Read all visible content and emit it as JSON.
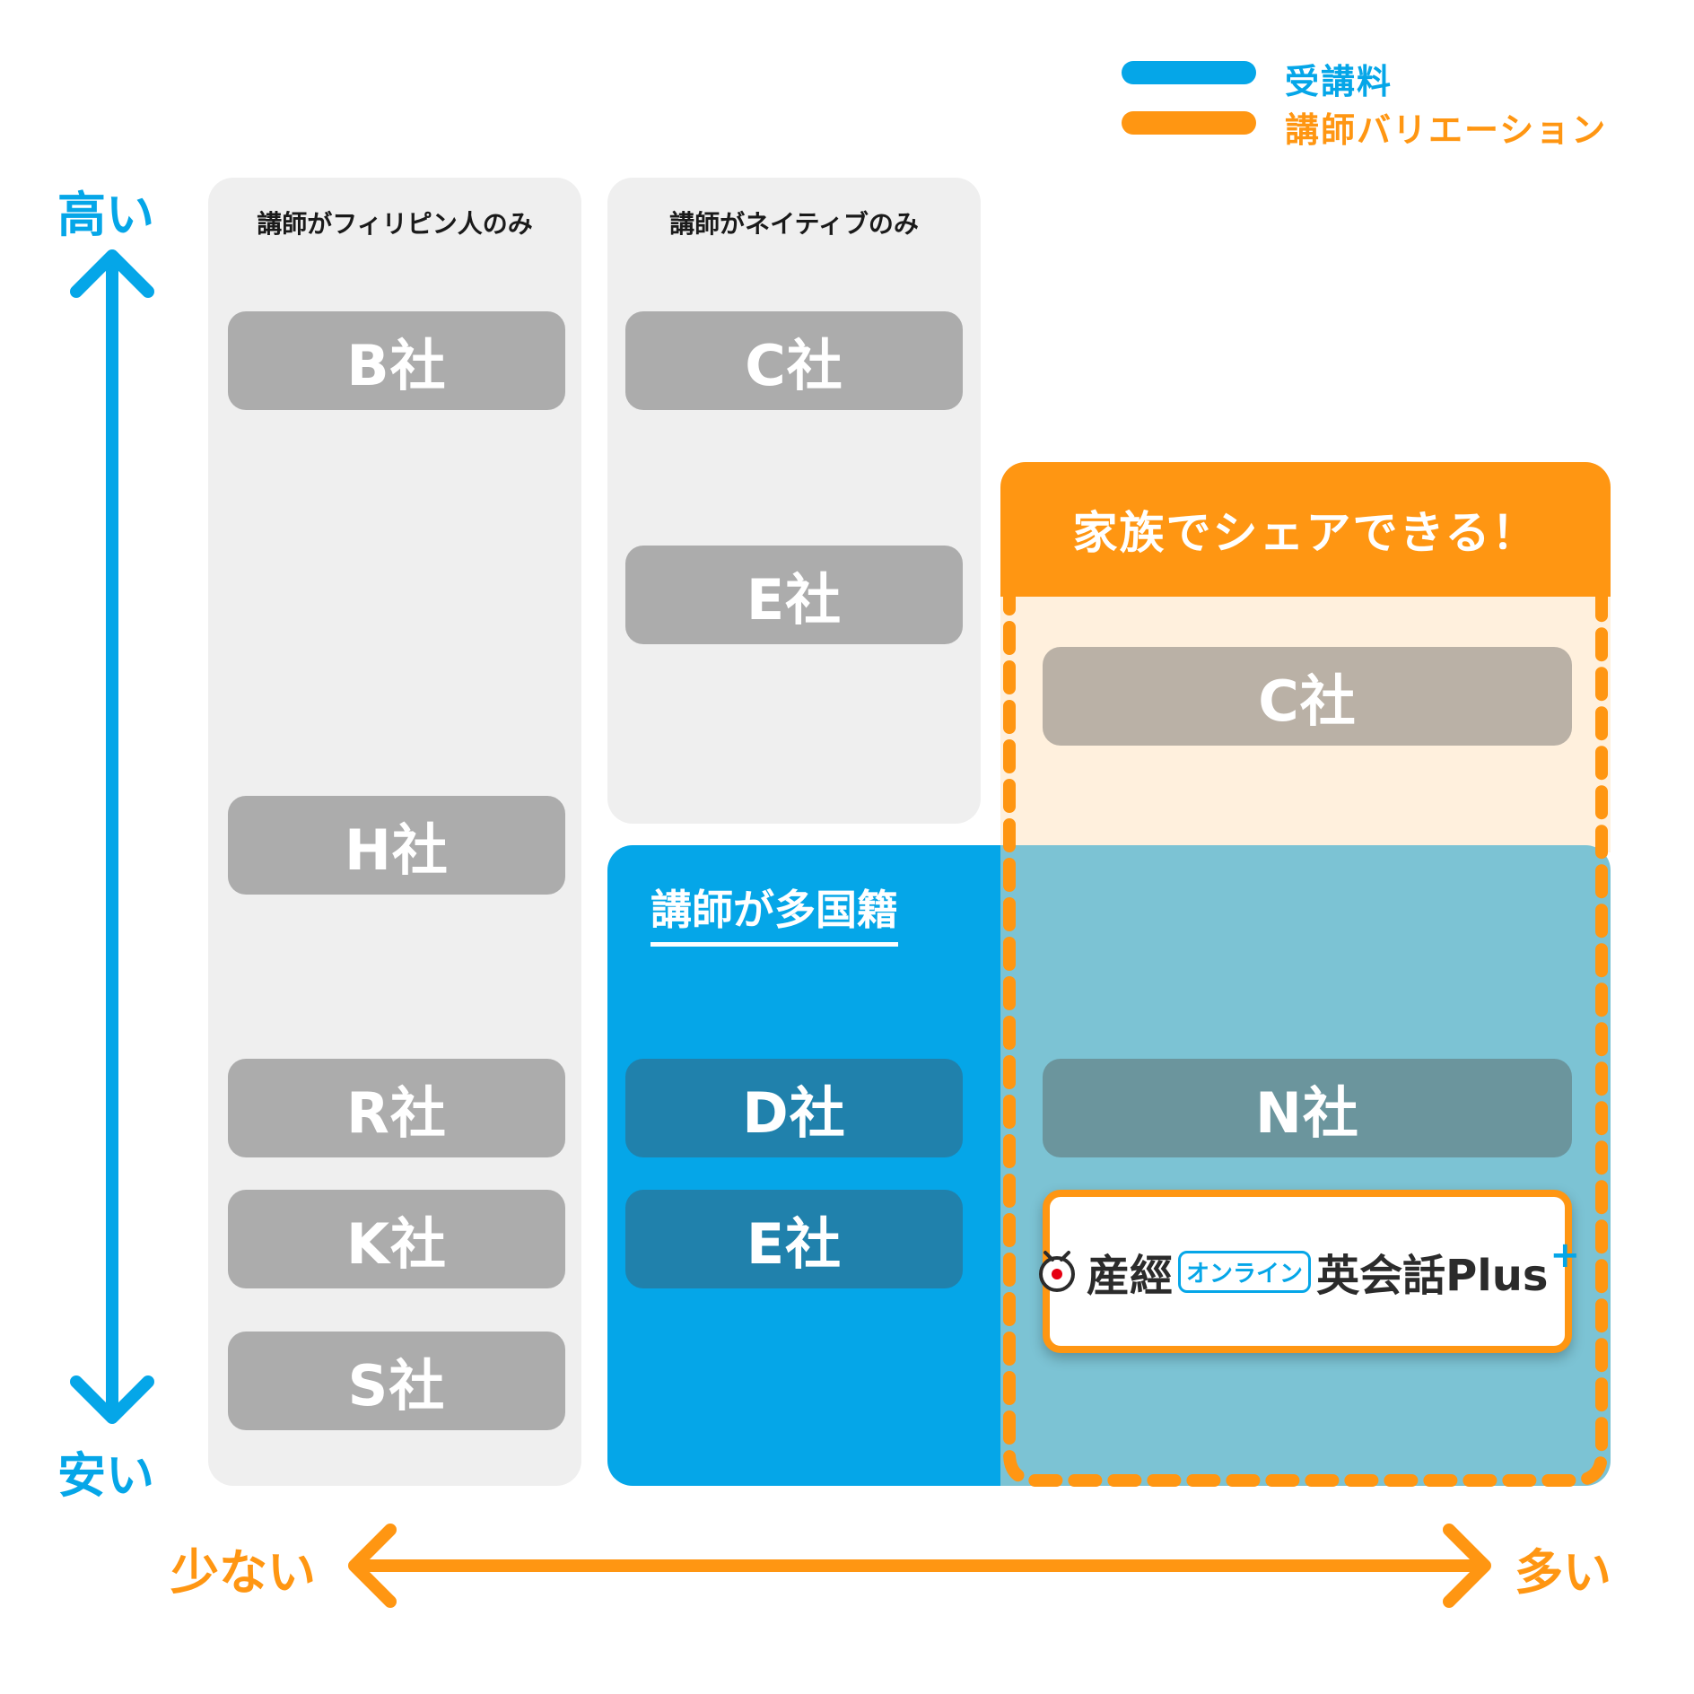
{
  "colors": {
    "blue": "#05a6e8",
    "orange": "#ff9612",
    "column_gray": "#efefef",
    "pill_gray": "#acacac",
    "pill_dark_blue": "#2081ac",
    "pill_beige": "#bab1a6",
    "pill_teal": "#6b959d",
    "teal_region": "#7cc3d4",
    "cream_region": "#fff0dd"
  },
  "legend": [
    {
      "label": "受講料",
      "color": "#05a6e8"
    },
    {
      "label": "講師バリエーション",
      "color": "#ff9612"
    }
  ],
  "axes": {
    "vertical_high": "高い",
    "vertical_low": "安い",
    "horizontal_low": "少ない",
    "horizontal_high": "多い"
  },
  "groups": {
    "philippine": {
      "heading": "講師がフィリピン人のみ",
      "companies": [
        "B社",
        "H社",
        "R社",
        "K社",
        "S社"
      ]
    },
    "native": {
      "heading": "講師がネイティブのみ",
      "companies": [
        "C社",
        "E社"
      ]
    },
    "multinational": {
      "heading": "講師が多国籍",
      "companies": [
        "D社",
        "E社"
      ]
    },
    "family_share": {
      "heading": "家族でシェアできる！",
      "companies": [
        "C社",
        "N社"
      ]
    }
  },
  "featured": {
    "logo_icon": "sankei-logo-icon",
    "brand_prefix": "産經",
    "brand_badge": "オンライン",
    "brand_main": "英会話Plus",
    "brand_suffix": "+"
  }
}
